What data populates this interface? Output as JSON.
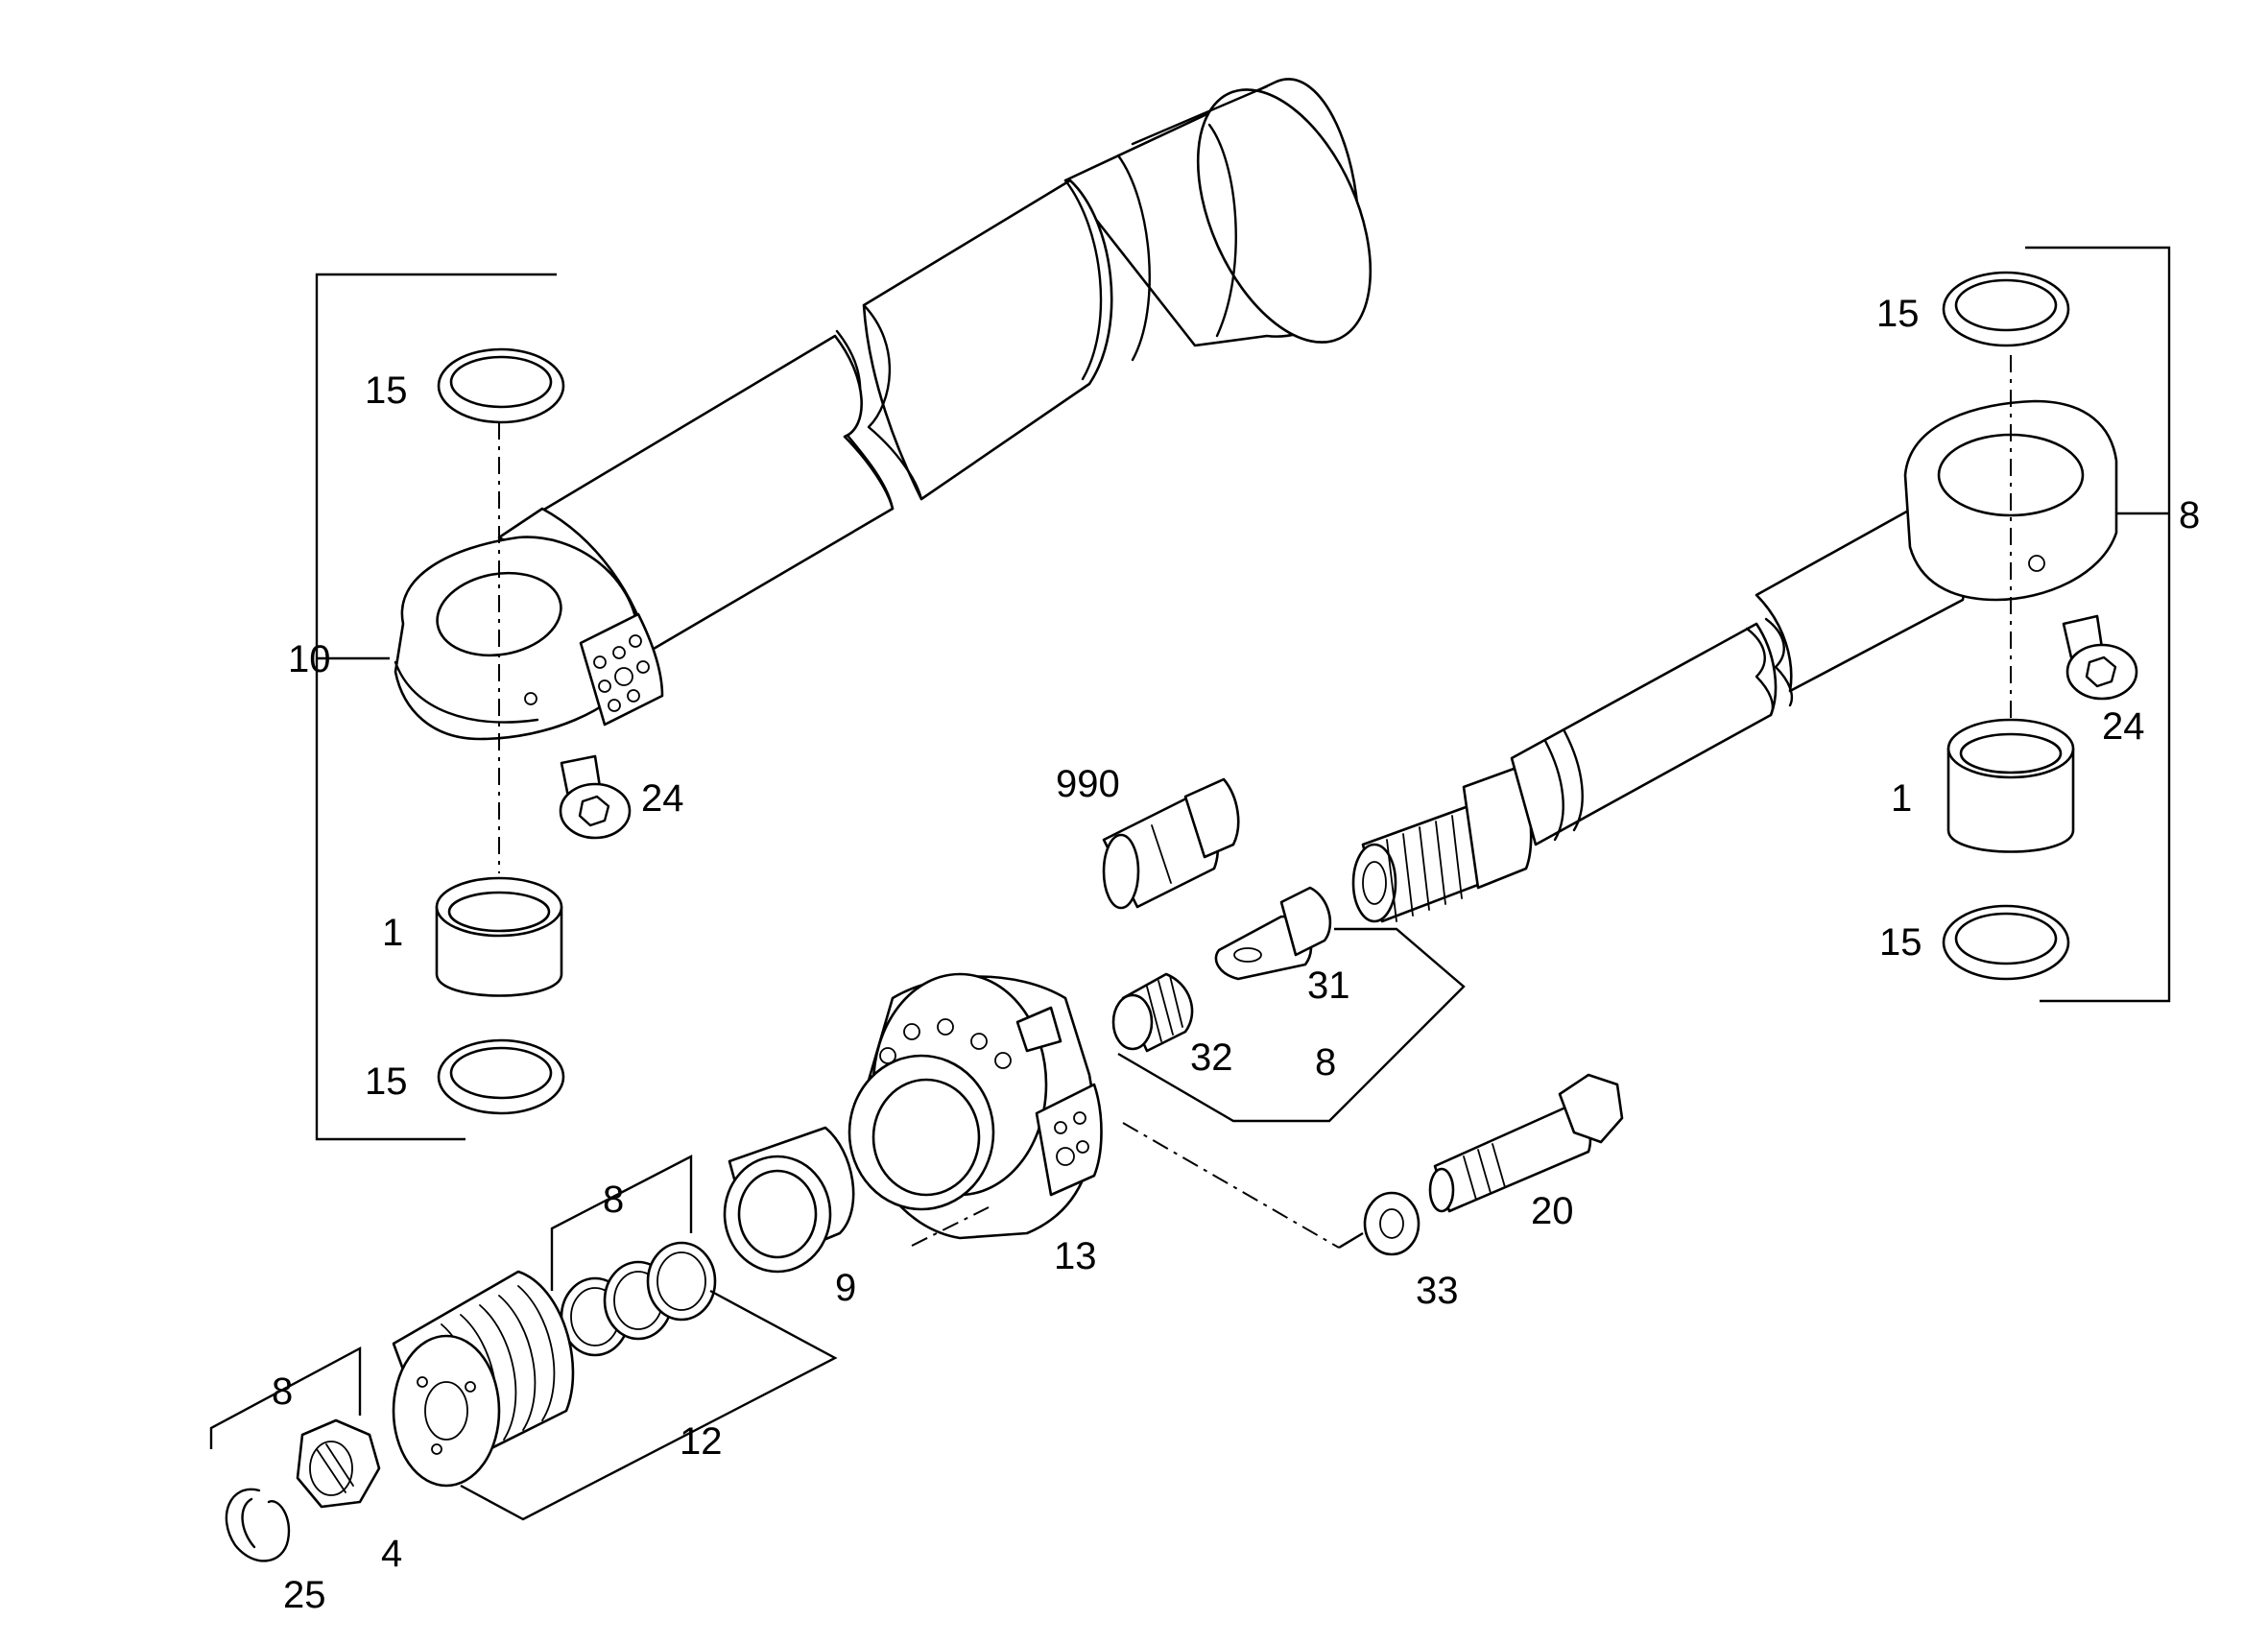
{
  "labels": {
    "cyl_seal_top": "15",
    "cyl_assembly": "10",
    "cyl_nipple": "24",
    "cyl_bushing": "1",
    "cyl_seal_bottom": "15",
    "rod_seal_top": "15",
    "rod_assembly": "8",
    "rod_nipple": "24",
    "rod_bushing": "1",
    "rod_seal_bottom": "15",
    "valve": "990",
    "valve_insert": "31",
    "valve_plug": "32",
    "valve_group_kit": "8",
    "guide_bushing": "9",
    "cylinder_head": "13",
    "washer": "33",
    "bolt": "20",
    "rings_kit": "8",
    "piston_kit": "12",
    "nut_kit": "8",
    "nut": "4",
    "circlip": "25"
  }
}
